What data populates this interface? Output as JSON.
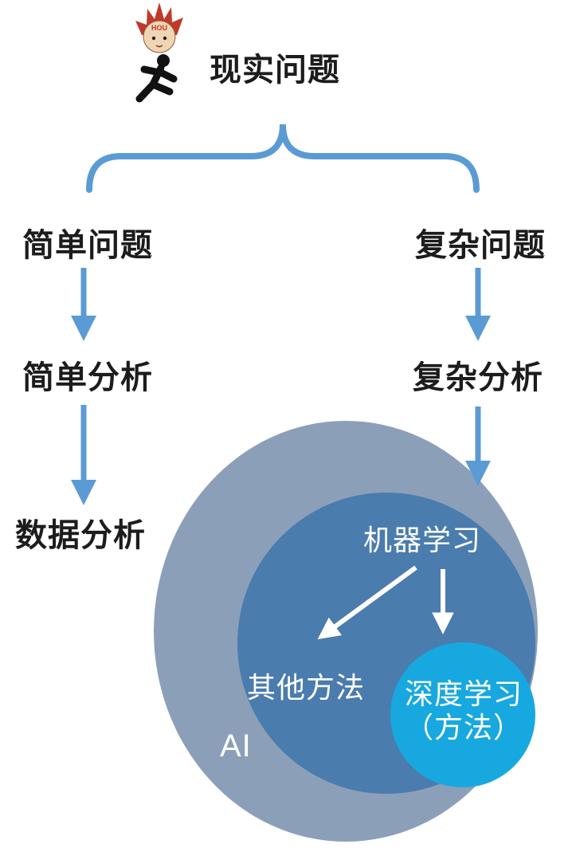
{
  "icon": {
    "hou_text": "HOU"
  },
  "root": {
    "label": "现实问题"
  },
  "branches": {
    "left": {
      "problem": "简单问题",
      "analysis": "简单分析",
      "result": "数据分析"
    },
    "right": {
      "problem": "复杂问题",
      "analysis": "复杂分析"
    }
  },
  "venn": {
    "outer": "AI",
    "middle": "机器学习",
    "other": "其他方法",
    "inner_line1": "深度学习",
    "inner_line2": "（方法）"
  },
  "colors": {
    "arrow_blue": "#5B9BD5",
    "outer_circle": "#8C9FB9",
    "middle_circle": "#4A7CAD",
    "inner_circle": "#18A8E0",
    "label_dark": "#1C1C1C",
    "label_light": "#FFFFFF",
    "hair_red": "#C0392B",
    "face_tan": "#F0D5B5",
    "figure_black": "#121212"
  }
}
